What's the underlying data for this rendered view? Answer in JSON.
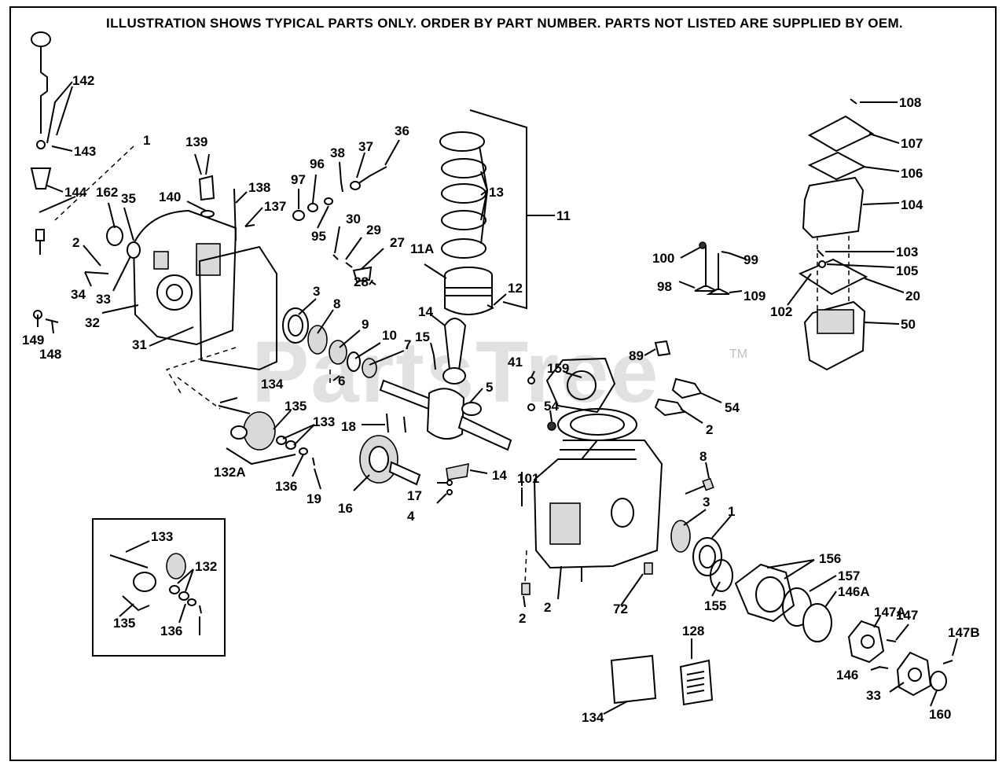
{
  "header": {
    "notice": "ILLUSTRATION SHOWS TYPICAL PARTS ONLY. ORDER BY PART NUMBER. PARTS NOT LISTED ARE SUPPLIED BY OEM."
  },
  "watermark": {
    "text": "PartsTree",
    "tm": "TM"
  },
  "callouts": [
    "142",
    "143",
    "144",
    "162",
    "35",
    "1",
    "139",
    "140",
    "138",
    "137",
    "97",
    "96",
    "95",
    "38",
    "37",
    "36",
    "13",
    "11",
    "11A",
    "12",
    "30",
    "29",
    "27",
    "28",
    "2",
    "34",
    "33",
    "32",
    "149",
    "148",
    "31",
    "3",
    "8",
    "9",
    "10",
    "7",
    "15",
    "14",
    "6",
    "5",
    "134",
    "135",
    "133",
    "132A",
    "136",
    "19",
    "18",
    "16",
    "17",
    "4",
    "101",
    "100",
    "99",
    "98",
    "109",
    "108",
    "107",
    "106",
    "104",
    "103",
    "105",
    "20",
    "102",
    "50",
    "89",
    "41",
    "159",
    "54",
    "54",
    "2",
    "8",
    "3",
    "1",
    "2",
    "2",
    "72",
    "155",
    "156",
    "157",
    "146A",
    "147A",
    "147",
    "147B",
    "146",
    "33",
    "160",
    "128",
    "134",
    "133",
    "132",
    "135",
    "136"
  ]
}
